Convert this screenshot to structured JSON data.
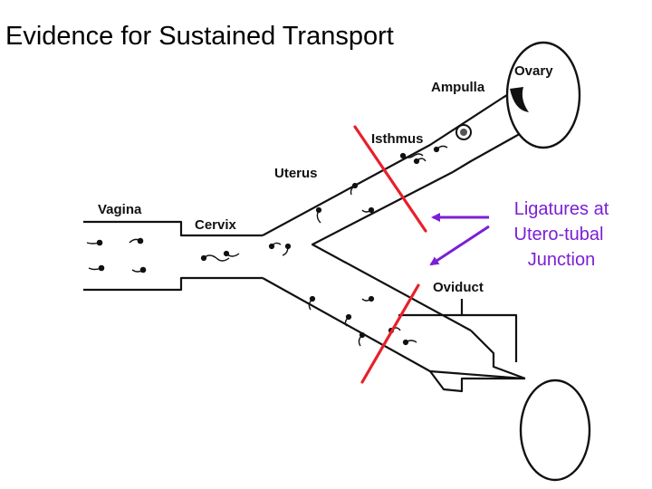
{
  "title": "Evidence for Sustained Transport",
  "labels": {
    "ovary": "Ovary",
    "ampulla": "Ampulla",
    "isthmus": "Isthmus",
    "uterus": "Uterus",
    "vagina": "Vagina",
    "cervix": "Cervix",
    "oviduct": "Oviduct"
  },
  "annotation": {
    "lines": [
      "Ligatures at",
      "Utero-tubal",
      "Junction"
    ],
    "color": "#7b1fd6"
  },
  "colors": {
    "ligature": "#e8202a",
    "outline": "#111111"
  }
}
